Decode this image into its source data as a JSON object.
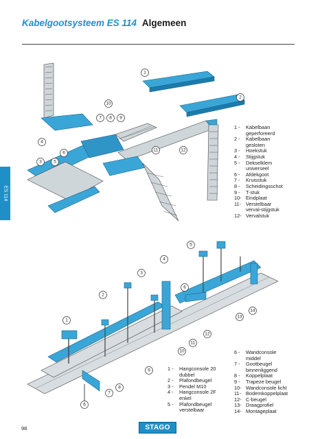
{
  "header": {
    "title_product": "Kabelgootsysteem ES 114",
    "title_section": "Algemeen"
  },
  "side_tab": {
    "label": "ES 114"
  },
  "figure_top": {
    "callouts": [
      "1",
      "2",
      "3",
      "4",
      "5",
      "6",
      "7",
      "8",
      "9",
      "10",
      "11",
      "12"
    ],
    "legend": [
      {
        "num": "1 -",
        "text": "Kabelbaan\ngeperforeerd"
      },
      {
        "num": "2 -",
        "text": "Kabelbaan\ngesloten"
      },
      {
        "num": "3 -",
        "text": "Hoekstuk"
      },
      {
        "num": "4 -",
        "text": "Stijgstuk"
      },
      {
        "num": "5 -",
        "text": "Dekselklem\nuniverseel"
      },
      {
        "num": "6 -",
        "text": "Afdekgoot"
      },
      {
        "num": "7 -",
        "text": "Kruisstuk"
      },
      {
        "num": "8 -",
        "text": "Scheidingsschot"
      },
      {
        "num": "9 -",
        "text": "T-stuk"
      },
      {
        "num": "10-",
        "text": "Eindplaat"
      },
      {
        "num": "11-",
        "text": "Verstelbaar\nverval-stijgstuk"
      },
      {
        "num": "12-",
        "text": "Vervalstuk"
      }
    ]
  },
  "figure_bottom": {
    "callouts": [
      "1",
      "2",
      "3",
      "4",
      "5",
      "6",
      "7",
      "8",
      "9",
      "10",
      "11",
      "12",
      "13",
      "14"
    ],
    "legend_left": [
      {
        "num": "1 -",
        "text": "Hangconsole 20\ndubbel"
      },
      {
        "num": "2 -",
        "text": "Plafondbeugel"
      },
      {
        "num": "3 -",
        "text": "Pendel M10"
      },
      {
        "num": "4 -",
        "text": "Hangconsole 2F\nenkel"
      },
      {
        "num": "5 -",
        "text": "Plafondbeugel\nverstelbaar"
      }
    ],
    "legend_right": [
      {
        "num": "6 -",
        "text": "Wandconsole\nmiddel"
      },
      {
        "num": "7 -",
        "text": "Gootbeugel\nbinnenliggend"
      },
      {
        "num": "8 -",
        "text": "Koppelplaat"
      },
      {
        "num": "9 -",
        "text": "Trapeze beugel"
      },
      {
        "num": "10-",
        "text": "Wandconsole licht"
      },
      {
        "num": "11-",
        "text": "Bodemkoppelplaat"
      },
      {
        "num": "12-",
        "text": "C-beugel"
      },
      {
        "num": "13-",
        "text": "Draagprofiel"
      },
      {
        "num": "14-",
        "text": "Montageplaat"
      }
    ]
  },
  "footer": {
    "page_number": "98",
    "brand": "STAGO"
  },
  "colors": {
    "accent": "#1f8fc7",
    "tray_fill": "#3aa6d8",
    "tray_dark": "#1b7bad",
    "mesh": "#555555"
  }
}
